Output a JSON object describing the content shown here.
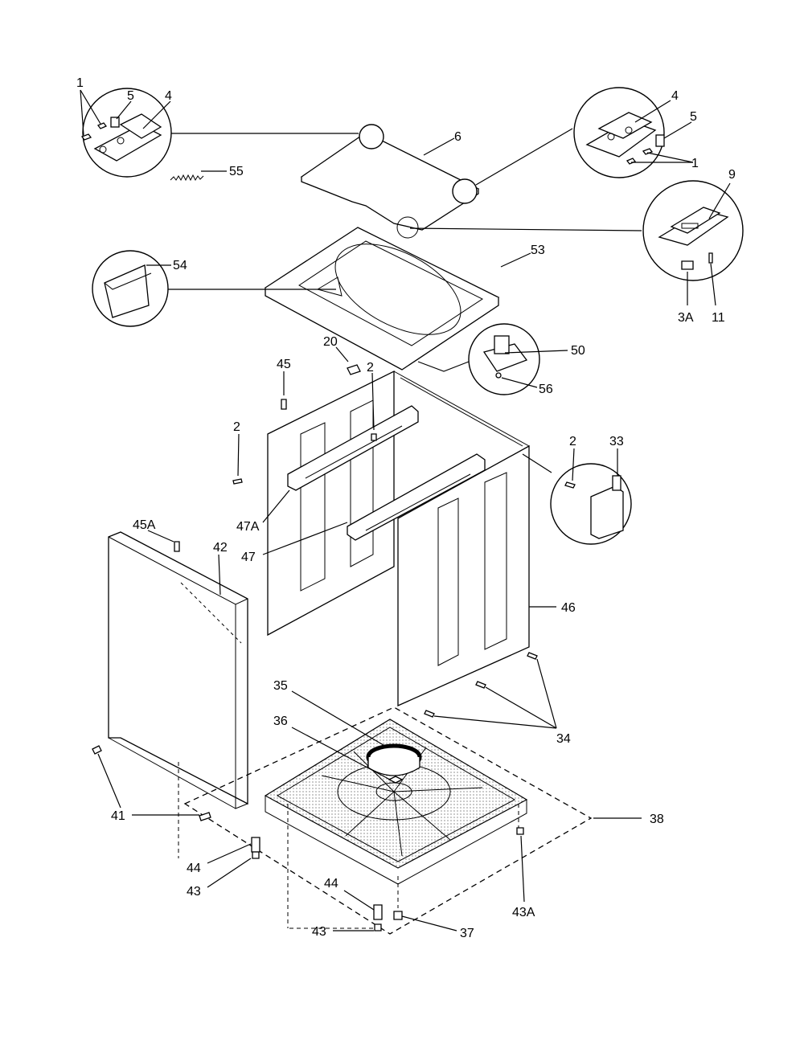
{
  "callouts": [
    {
      "id": "c1a",
      "text": "1"
    },
    {
      "id": "c5a",
      "text": "5"
    },
    {
      "id": "c4a",
      "text": "4"
    },
    {
      "id": "c55",
      "text": "55"
    },
    {
      "id": "c6",
      "text": "6"
    },
    {
      "id": "c4b",
      "text": "4"
    },
    {
      "id": "c5b",
      "text": "5"
    },
    {
      "id": "c1b",
      "text": "1"
    },
    {
      "id": "c9",
      "text": "9"
    },
    {
      "id": "c3a",
      "text": "3A"
    },
    {
      "id": "c11",
      "text": "11"
    },
    {
      "id": "c54",
      "text": "54"
    },
    {
      "id": "c53",
      "text": "53"
    },
    {
      "id": "c20",
      "text": "20"
    },
    {
      "id": "c45",
      "text": "45"
    },
    {
      "id": "c2a",
      "text": "2"
    },
    {
      "id": "c50",
      "text": "50"
    },
    {
      "id": "c56",
      "text": "56"
    },
    {
      "id": "c2b",
      "text": "2"
    },
    {
      "id": "c47a",
      "text": "47A"
    },
    {
      "id": "c47",
      "text": "47"
    },
    {
      "id": "c2c",
      "text": "2"
    },
    {
      "id": "c33",
      "text": "33"
    },
    {
      "id": "c45a",
      "text": "45A"
    },
    {
      "id": "c42",
      "text": "42"
    },
    {
      "id": "c46",
      "text": "46"
    },
    {
      "id": "c35",
      "text": "35"
    },
    {
      "id": "c36",
      "text": "36"
    },
    {
      "id": "c34",
      "text": "34"
    },
    {
      "id": "c41",
      "text": "41"
    },
    {
      "id": "c38",
      "text": "38"
    },
    {
      "id": "c44a",
      "text": "44"
    },
    {
      "id": "c43a",
      "text": "43"
    },
    {
      "id": "c44b",
      "text": "44"
    },
    {
      "id": "c43b",
      "text": "43"
    },
    {
      "id": "c37",
      "text": "37"
    },
    {
      "id": "c43A",
      "text": "43A"
    }
  ]
}
